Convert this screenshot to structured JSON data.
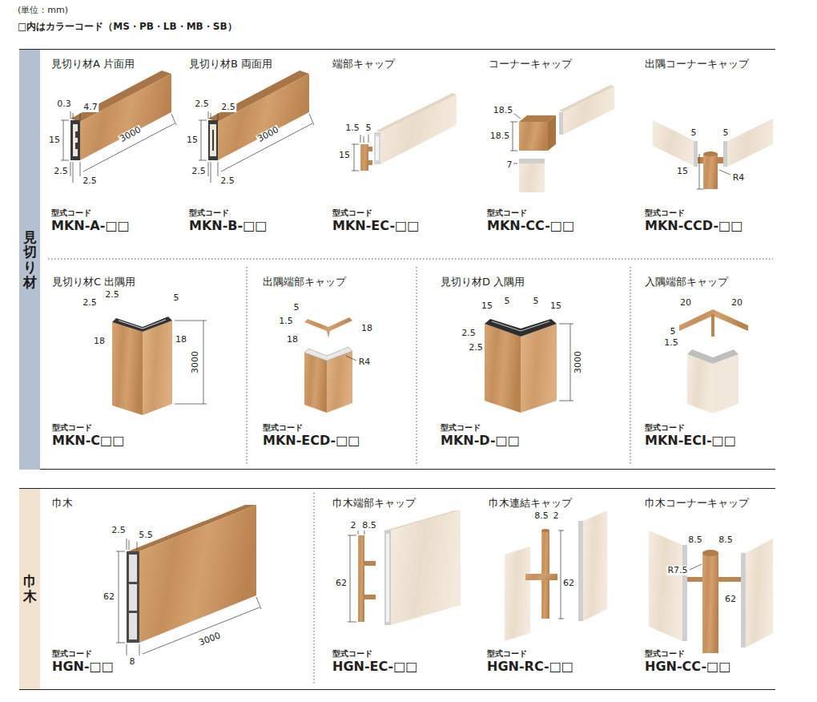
{
  "diagram": {
    "nodes": [
      {
        "text": [
          "見切り材"
        ]
      },
      {
        "text": [
          "巾木"
        ]
      }
    ],
    "labels": [
      "(単位：mm)",
      "□内はカラーコード（MS・PB・LB・MB・SB）",
      "見切り材A 片面用",
      "0.3",
      "4.7",
      "15",
      "3000",
      "2.5",
      "2.5",
      "型式コード",
      "MKN-A-□□",
      "見切り材B 両面用",
      "2.5",
      "2.5",
      "15",
      "3000",
      "2.5",
      "2.5",
      "型式コード",
      "MKN-B-□□",
      "端部キャップ",
      "1.5",
      "5",
      "15",
      "型式コード",
      "MKN-EC-□□",
      "コーナーキャップ",
      "18.5",
      "18.5",
      "7",
      "型式コード",
      "MKN-CC-□□",
      "出隅コーナーキャップ",
      "5",
      "5",
      "15",
      "R4",
      "型式コード",
      "MKN-CCD-□□",
      "見切り材C 出隅用",
      "2.5",
      "2.5",
      "5",
      "18",
      "18",
      "3000",
      "型式コード",
      "MKN-C□□",
      "出隅端部キャップ",
      "5",
      "1.5",
      "18",
      "18",
      "R4",
      "型式コード",
      "MKN-ECD-□□",
      "見切り材D 入隅用",
      "15",
      "5",
      "5",
      "15",
      "2.5",
      "2.5",
      "3000",
      "型式コード",
      "MKN-D-□□",
      "入隅端部キャップ",
      "20",
      "20",
      "5",
      "1.5",
      "型式コード",
      "MKN-ECI-□□",
      "巾木",
      "2.5",
      "5.5",
      "62",
      "3000",
      "8",
      "型式コード",
      "HGN-□□",
      "巾木端部キャップ",
      "2",
      "8.5",
      "62",
      "型式コード",
      "HGN-EC-□□",
      "巾木連結キャップ",
      "8.5",
      "2",
      "62",
      "型式コード",
      "HGN-RC-□□",
      "巾木コーナーキャップ",
      "8.5",
      "8.5",
      "R7.5",
      "62",
      "型式コード",
      "HGN-CC-□□"
    ]
  }
}
